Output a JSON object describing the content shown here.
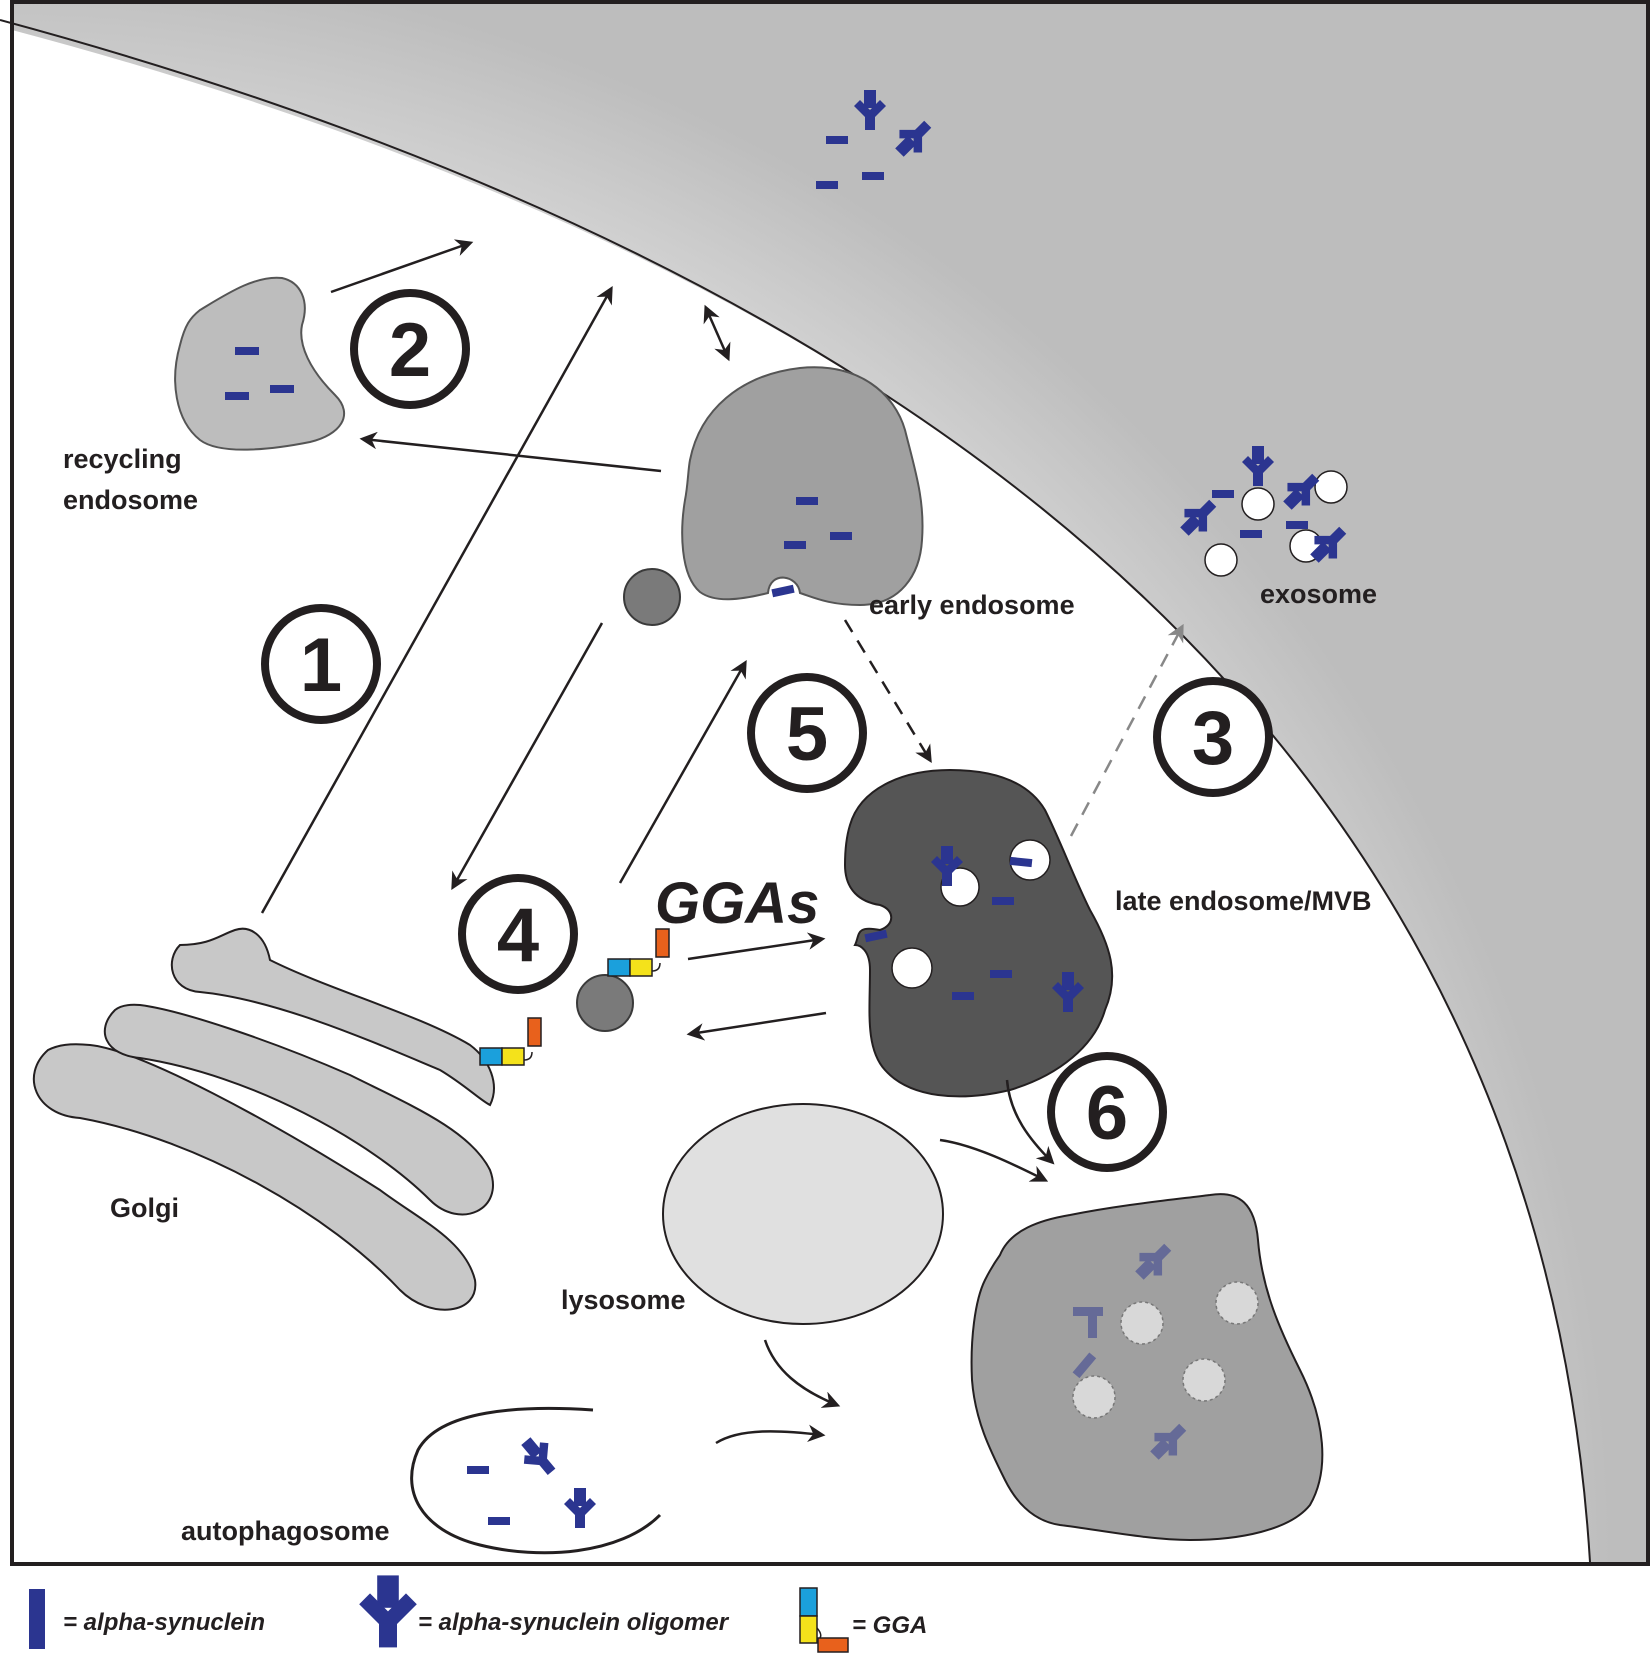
{
  "labels": {
    "recycling_endosome": [
      "recycling",
      "endosome"
    ],
    "early_endosome": "early endosome",
    "exosome": "exosome",
    "late_endosome": "late endosome/MVB",
    "golgi": "Golgi",
    "lysosome": "lysosome",
    "autophagosome": "autophagosome",
    "ggas": "GGAs"
  },
  "steps": [
    "1",
    "2",
    "3",
    "4",
    "5",
    "6"
  ],
  "legend": {
    "alpha_synuclein": "= alpha-synuclein",
    "alpha_synuclein_oligomer": "= alpha-synuclein oligomer",
    "gga": "= GGA"
  },
  "colors": {
    "alpha_synuclein": "#2b3590",
    "gga_blue": "#1ba0dc",
    "gga_yellow": "#f4e21b",
    "gga_orange": "#e8611c",
    "early_endosome_fill": "#a0a0a0",
    "late_endosome_fill": "#555555",
    "organelle_fill": "#c8c8c8",
    "lysosome_fill": "#e0e0e0"
  }
}
